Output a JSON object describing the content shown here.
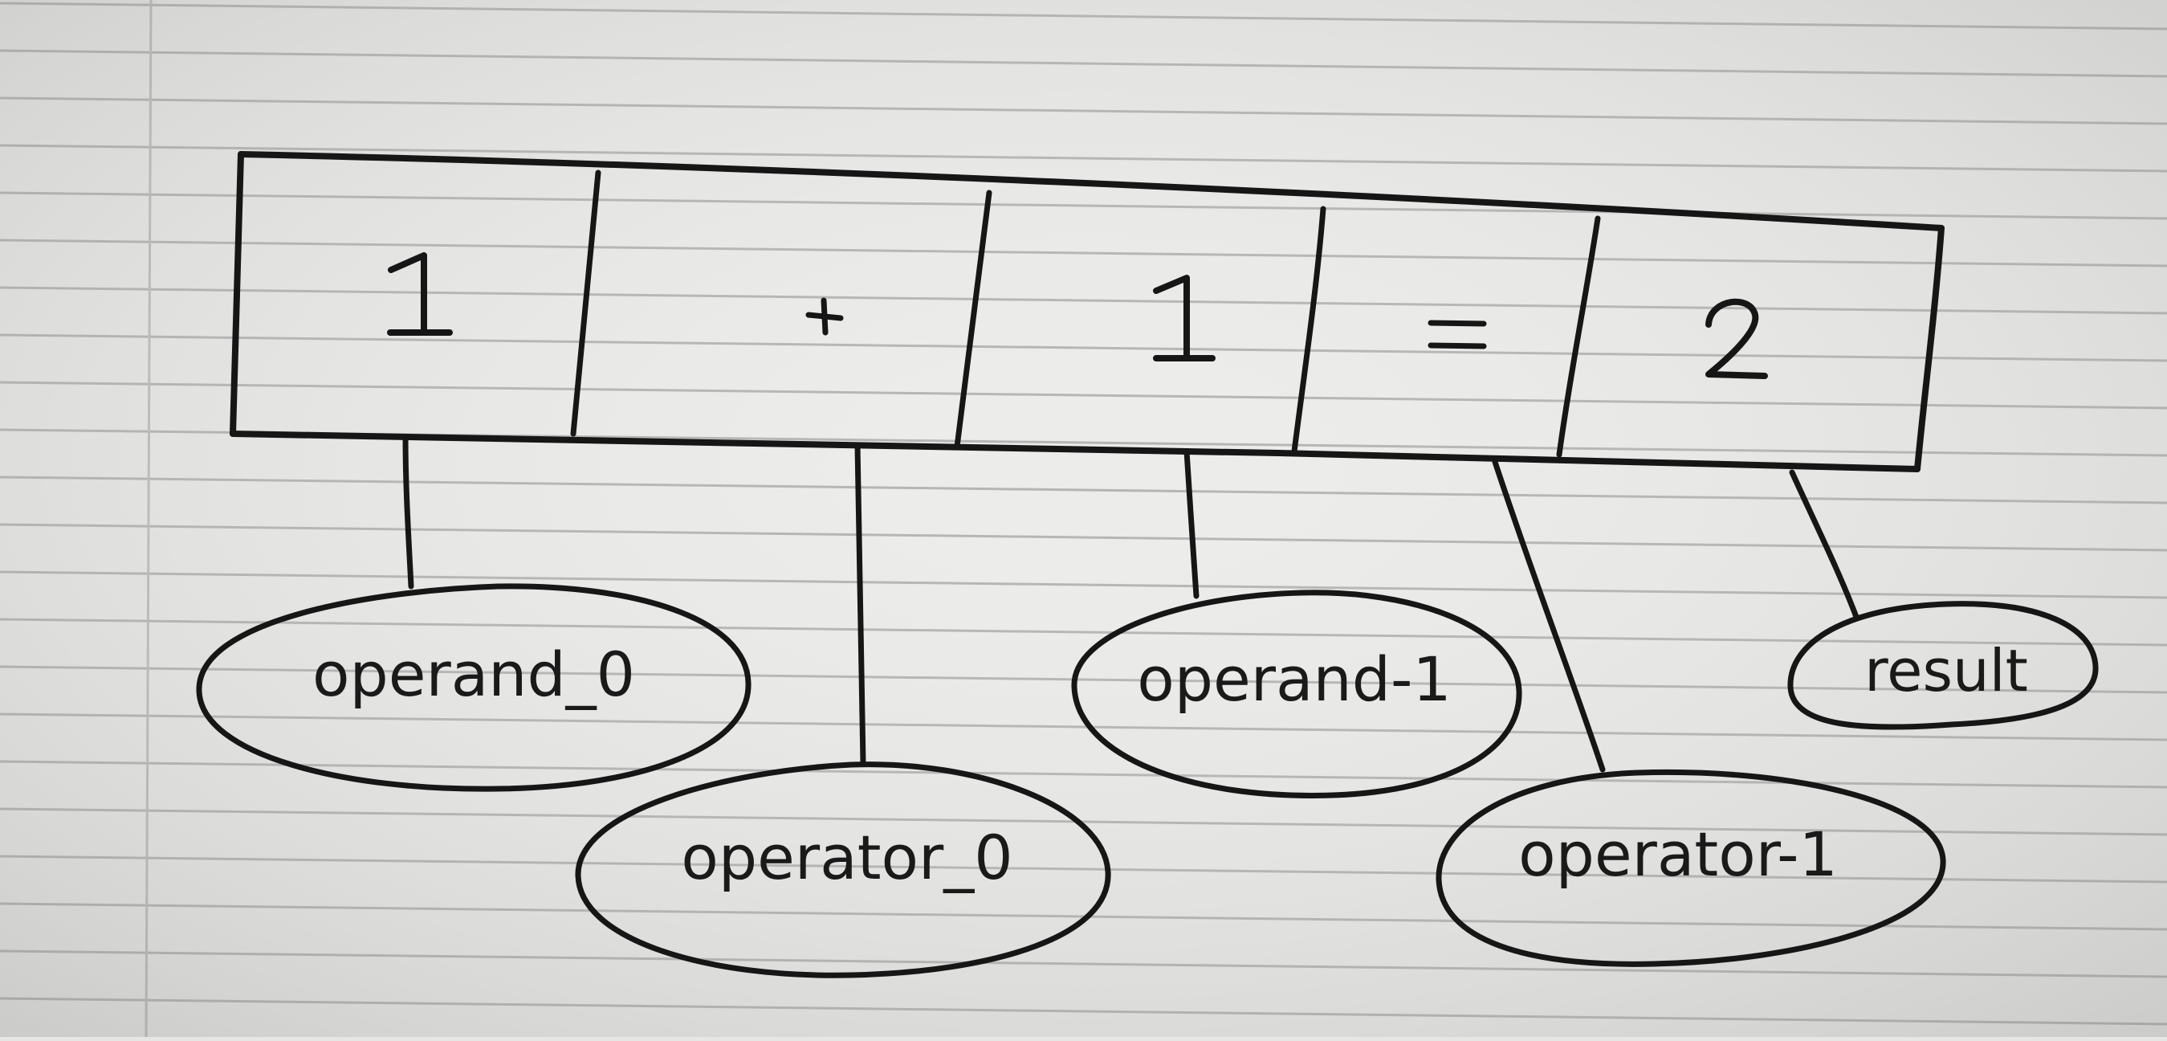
{
  "diagram": {
    "cells": [
      {
        "id": "cell-0",
        "text": "1"
      },
      {
        "id": "cell-1",
        "text": "+"
      },
      {
        "id": "cell-2",
        "text": "1"
      },
      {
        "id": "cell-3",
        "text": "="
      },
      {
        "id": "cell-4",
        "text": "2"
      }
    ],
    "labels": [
      {
        "id": "operand_0",
        "text": "operand_0",
        "cell": 0
      },
      {
        "id": "operator_0",
        "text": "operator_0",
        "cell": 1
      },
      {
        "id": "operand_1",
        "text": "operand-1",
        "cell": 2
      },
      {
        "id": "operator_1",
        "text": "operator-1",
        "cell": 3
      },
      {
        "id": "result",
        "text": "result",
        "cell": 4
      }
    ]
  }
}
